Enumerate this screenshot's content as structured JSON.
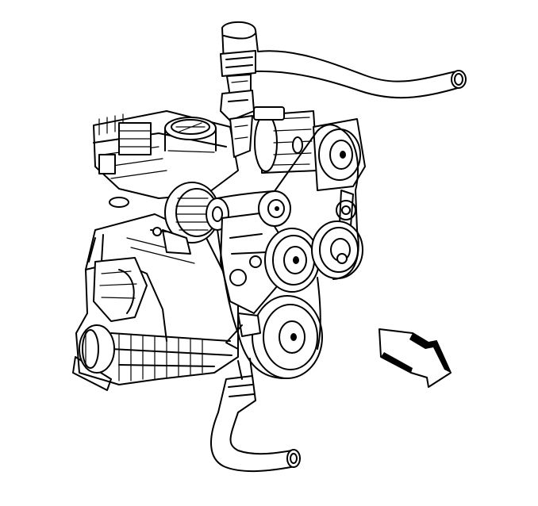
{
  "figure": {
    "subject": "engine-front-view-line-drawing",
    "components": [
      "upper-radiator-hose",
      "lower-radiator-hose",
      "generator",
      "ac-compressor",
      "water-pump-pulley",
      "crankshaft-balancer",
      "idler-pulley",
      "belt-tensioner",
      "drive-belt",
      "throttle-body",
      "intake-manifold",
      "engine-block",
      "oil-filter"
    ],
    "indicator": "front-direction-arrow",
    "colors": {
      "line": "#000000",
      "background": "#ffffff"
    }
  }
}
